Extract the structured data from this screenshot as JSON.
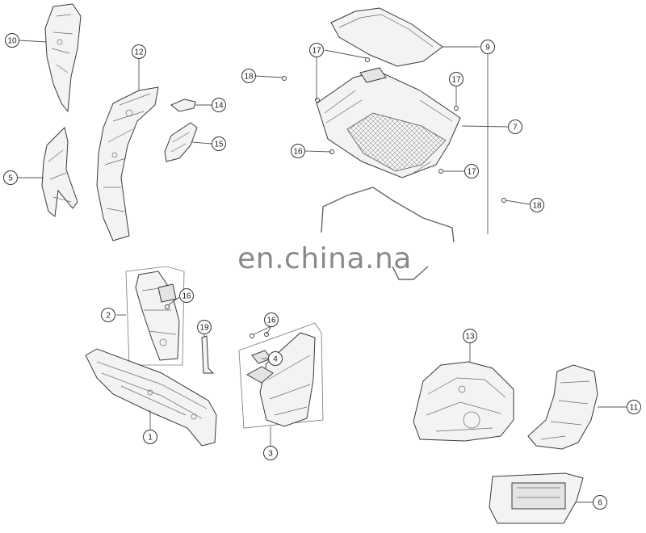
{
  "watermark": "en.china.na",
  "callouts": {
    "c1": "1",
    "c2": "2",
    "c3": "3",
    "c4": "4",
    "c5": "5",
    "c6": "6",
    "c7": "7",
    "c8": "9",
    "c9": "10",
    "c10": "11",
    "c11": "12",
    "c12": "13",
    "c13": "14",
    "c14": "15",
    "c15": "16",
    "c16": "16",
    "c17": "16",
    "c18": "17",
    "c19": "17",
    "c20": "17",
    "c21": "18",
    "c22": "18",
    "c23": "19"
  }
}
